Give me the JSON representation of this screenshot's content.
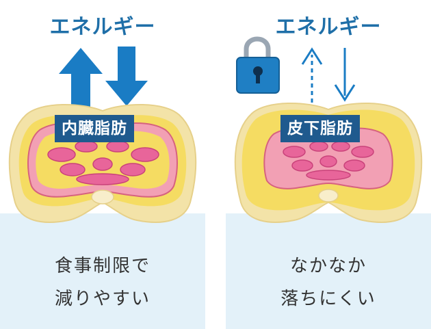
{
  "colors": {
    "energy_text": "#1f6fa8",
    "arrow": "#1a7cc4",
    "label_bg": "#1f5a8e",
    "fat_yellow": "#f5dc62",
    "organ_pink": "#e8659a",
    "skin": "#f3e3a8",
    "bottom_bg": "#e3f1f9"
  },
  "left_panel": {
    "energy_label": "エネルギー",
    "fat_label": "内臓脂肪",
    "caption_line1": "食事制限で",
    "caption_line2": "減りやすい",
    "up_arrow_icon": "solid-up-arrow-icon",
    "down_arrow_icon": "solid-down-arrow-icon"
  },
  "right_panel": {
    "energy_label": "エネルギー",
    "fat_label": "皮下脂肪",
    "caption_line1": "なかなか",
    "caption_line2": "落ちにくい",
    "lock_icon": "padlock-icon",
    "up_arrow_icon": "dashed-up-arrow-icon",
    "down_arrow_icon": "thin-down-arrow-icon"
  }
}
